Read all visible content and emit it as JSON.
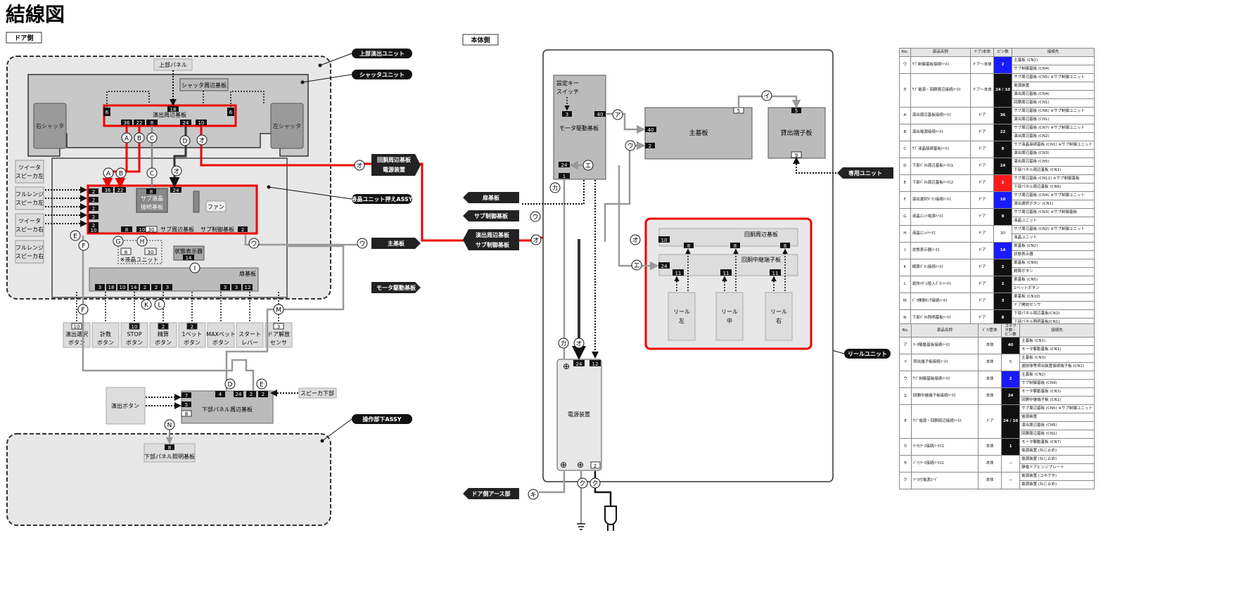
{
  "title": "結線図",
  "sections": {
    "door_side": "ドア側",
    "body_side": "本体側"
  },
  "left": {
    "top_panel": "上部パネル",
    "shutter_board": "シャッタ周辺基板",
    "right_shutter": "右シャッタ",
    "left_shutter": "左シャッタ",
    "effect_board": "演出周辺基板",
    "sub_lcd_1": "サブ液晶",
    "sub_lcd_2": "接続基板",
    "fan": "ファン",
    "sub_periph": "サブ周辺基板",
    "sub_ctrl": "サブ制御基板",
    "lcd_unit": "※液晶ユニット",
    "status_display": "状態表示器",
    "door_board": "扉基板",
    "tweeter_l": [
      "ツイータ",
      "スピーカ左"
    ],
    "fullrange_l": [
      "フルレンジ",
      "スピーカ左"
    ],
    "tweeter_r": [
      "ツイータ",
      "スピーカ右"
    ],
    "fullrange_r": [
      "フルレンジ",
      "スピーカ右"
    ],
    "buttons": [
      {
        "pin": "10",
        "label": [
          "演出選択",
          "ボタン"
        ]
      },
      {
        "pin": "",
        "label": [
          "計数",
          "ボタン"
        ]
      },
      {
        "pin": "10",
        "label": [
          "STOP",
          "ボタン"
        ]
      },
      {
        "pin": "2",
        "label": [
          "精算",
          "ボタン"
        ]
      },
      {
        "pin": "2",
        "label": [
          "1ベット",
          "ボタン"
        ]
      },
      {
        "pin": "",
        "label": [
          "MAXベット",
          "ボタン"
        ]
      },
      {
        "pin": "",
        "label": [
          "スタート",
          "レバー"
        ]
      },
      {
        "pin": "3",
        "label": [
          "ドア解放",
          "センサ"
        ]
      }
    ],
    "effect_button": "演出ボタン",
    "lower_panel_board": "下部パネル周辺基板",
    "speaker_lower": "スピーカ下部",
    "lower_light_board": "下部パネル照明基板"
  },
  "callouts": {
    "upper_effect_unit": "上部演出ユニット",
    "shutter_unit": "シャッタユニット",
    "lcd_assy": "液晶ユニット押えASSY",
    "main_board": "主基板",
    "motor_board": "モータ駆動基板",
    "lower_assy": "操作部下ASSY",
    "reel_unit": "リールユニット",
    "dedicated_unit": "専用ユニット",
    "door_earth": "ドア側アース部",
    "reel_periph_line1": "回胴周辺基板",
    "reel_periph_line2": "電源装置",
    "door_board_arrow": "扉基板",
    "sub_ctrl_arrow": "サブ制御基板",
    "effect_sub_line1": "演出周辺基板",
    "effect_sub_line2": "サブ制御基板"
  },
  "right": {
    "setting_key": [
      "設定キー",
      "スイッチ"
    ],
    "motor_drive": "モータ駆動基板",
    "main_board": "主基板",
    "payout_terminal": "貸出端子板",
    "reel_periph": "回胴周辺基板",
    "reel_relay": "回胴中継端子板",
    "reels": [
      [
        "リール",
        "左"
      ],
      [
        "リール",
        "中"
      ],
      [
        "リール",
        "右"
      ]
    ],
    "power_supply": "電源装置"
  },
  "pins": {
    "ep_18": "18",
    "ep_36": "36",
    "ep_22": "22",
    "ep_8": "8",
    "ep_24": "24",
    "ep_10": "10",
    "ep_6": "6",
    "sh_18": "18",
    "lcd_36": "36",
    "lcd_22": "22",
    "lcd_8": "8",
    "lcd_24": "24",
    "lcd_2": "2",
    "lcd_10": "10",
    "lcd_30": "30",
    "unit_8": "8",
    "unit_30": "30",
    "status_14": "14",
    "door_pins": [
      "3",
      "18",
      "10",
      "14",
      "2",
      "2",
      "3"
    ],
    "door_pins_r": [
      "3",
      "3",
      "12"
    ],
    "lp_7": "7",
    "lp_5": "5",
    "lp_8": "8",
    "lp_pins": [
      "4",
      "24",
      "2",
      "2"
    ],
    "light_8": "8",
    "md_3": "3",
    "md_40": "40",
    "md_24": "24",
    "md_1": "1",
    "mb_40": "40",
    "mb_2": "2",
    "mb_5": "5",
    "pt_5": "5",
    "pt_9": "9",
    "rp_10": "10",
    "rp_8": "8",
    "rr_24": "24",
    "rr_11": "11",
    "ps_24": "24",
    "ps_12": "12",
    "ps_2": "2"
  },
  "letters": [
    "ア",
    "イ",
    "ウ",
    "エ",
    "オ",
    "カ",
    "キ",
    "ク",
    "A",
    "B",
    "C",
    "D",
    "E",
    "F",
    "G",
    "H",
    "I",
    "K",
    "L",
    "M",
    "N"
  ],
  "table1": {
    "headers": [
      "No.",
      "部品名称",
      "ドア/本体",
      "ピン数",
      "接続先"
    ],
    "rows": [
      {
        "no": "ウ",
        "name": "ｻﾌﾞ制御基板接続ﾊｰﾈｽ",
        "side": "ドア〜本体",
        "pin": "2",
        "pc": "blue",
        "dest": [
          "主基板 (CN2)",
          "サブ制御基板 (CN4)"
        ]
      },
      {
        "no": "オ",
        "name": "ｻﾌﾞ電源・回胴周辺接続ﾊｰﾈｽ",
        "side": "ドア〜本体",
        "pin": "24 / 10",
        "pc": "black",
        "dest": [
          "サブ周辺基板 (CN5) ※サブ制御ユニット",
          "電源装置",
          "演出周辺基板 (CN4)",
          "回胴周辺基板 (CN1)"
        ]
      },
      {
        "no": "A",
        "name": "演出周辺基板接続ﾊｰﾈｽ",
        "side": "ドア",
        "pin": "36",
        "pc": "black",
        "dest": [
          "サブ周辺基板 (CN6) ※サブ制御ユニット",
          "演出周辺基板 (CN1)"
        ]
      },
      {
        "no": "B",
        "name": "演出電源接続ﾊｰﾈｽ",
        "side": "ドア",
        "pin": "22",
        "pc": "black",
        "dest": [
          "サブ周辺基板 (CN7) ※サブ制御ユニット",
          "演出周辺基板 (CN2)"
        ]
      },
      {
        "no": "C",
        "name": "ｻﾌﾞ液晶接続基板ﾊｰﾈｽ",
        "side": "ドア",
        "pin": "8",
        "pc": "black",
        "dest": [
          "サブ液晶接続基板 (CN1) ※サブ制御ユニット",
          "演出周辺基板 (CN3)"
        ]
      },
      {
        "no": "D",
        "name": "下部ﾊﾟﾈﾙ周辺基板ﾊｰﾈｽ1",
        "side": "ドア",
        "pin": "24",
        "pc": "black",
        "dest": [
          "演出周辺基板 (CN5)",
          "下部パネル周辺基板 (CN1)"
        ]
      },
      {
        "no": "E",
        "name": "下部ﾊﾟﾈﾙ周辺基板ﾊｰﾈｽ2",
        "side": "ドア",
        "pin": "2",
        "pc": "red",
        "dest": [
          "サブ周辺基板 (CN12) ※サブ制御基板",
          "下部パネル周辺基板 (CN6)"
        ]
      },
      {
        "no": "F",
        "name": "演出選択ﾎﾞﾀﾝ接続ﾊｰﾈｽ",
        "side": "ドア",
        "pin": "10",
        "pc": "blue",
        "dest": [
          "サブ周辺基板 (CN4) ※サブ制御ユニット",
          "演出選択ボタン (CN1)"
        ]
      },
      {
        "no": "G",
        "name": "液晶ﾕﾆｯﾄ電源ﾊｰﾈｽ",
        "side": "ドア",
        "pin": "8",
        "pc": "black",
        "dest": [
          "サブ周辺基板 (CN3) ※サブ制御基板",
          "液晶ユニット"
        ]
      },
      {
        "no": "H",
        "name": "液晶ﾕﾆｯﾄﾊｰﾈｽ",
        "side": "ドア",
        "pin": "30",
        "pc": "white",
        "dest": [
          "サブ周辺基板 (CN2) ※サブ制御ユニット",
          "液晶ユニット"
        ]
      },
      {
        "no": "I",
        "name": "状態表示器ﾊｰﾈｽ",
        "side": "ドア",
        "pin": "14",
        "pc": "blue",
        "dest": [
          "扉基板 (CN2)",
          "状態表示器"
        ]
      },
      {
        "no": "K",
        "name": "精算ﾎﾞﾀﾝ接続ﾊｰﾈｽ",
        "side": "ドア",
        "pin": "2",
        "pc": "black",
        "dest": [
          "扉基板 (CN9)",
          "精算ボタン"
        ]
      },
      {
        "no": "L",
        "name": "遊技ﾒﾀﾞﾙ投入ﾎﾞﾀﾝﾊｰﾈｽ",
        "side": "ドア",
        "pin": "2",
        "pc": "black",
        "dest": [
          "扉基板 (CN5)",
          "1ベットボタン"
        ]
      },
      {
        "no": "M",
        "name": "ﾄﾞｱ開閉ｾﾝｻ接続ﾊｰﾈｽ",
        "side": "ドア",
        "pin": "3",
        "pc": "black",
        "dest": [
          "扉基板 (CN10)",
          "ドア開放センサ"
        ]
      },
      {
        "no": "N",
        "name": "下部ﾊﾟﾈﾙ照明基板ﾊｰﾈｽ",
        "side": "ドア",
        "pin": "8",
        "pc": "black",
        "dest": [
          "下部パネル周辺基板(CN2)",
          "下部パネル照明基板(CN1)"
        ]
      }
    ]
  },
  "table2": {
    "headers": [
      "No.",
      "部品名称",
      "ﾄﾞｱ/筐体",
      "コネクタ数・ピン数",
      "接続先"
    ],
    "rows": [
      {
        "no": "ア",
        "name": "ﾓｰﾀ駆動基板接続ﾊｰﾈｽ",
        "side": "本体",
        "pin": "40",
        "pc": "black",
        "dest": [
          "主基板 (CN1)",
          "モータ駆動基板 (CN1)"
        ]
      },
      {
        "no": "イ",
        "name": "貸出端子板接続ﾊｰﾈｽ",
        "side": "本体",
        "pin": "5",
        "pc": "white",
        "dest": [
          "主基板 (CN3)",
          "遊技球等貸出装置接続端子板 (CN2)"
        ]
      },
      {
        "no": "ウ",
        "name": "ｻﾌﾞ制御基板接続ﾊｰﾈｽ",
        "side": "本体",
        "pin": "2",
        "pc": "blue",
        "dest": [
          "主基板 (CN2)",
          "サブ制御基板 (CN4)"
        ]
      },
      {
        "no": "エ",
        "name": "回胴中継端子板接続ﾊｰﾈｽ",
        "side": "本体",
        "pin": "24",
        "pc": "black",
        "dest": [
          "モータ駆動基板 (CN3)",
          "回胴中継端子板 (CN1)"
        ]
      },
      {
        "no": "オ",
        "name": "ｻﾌﾞ電源・回胴周辺接続ﾊｰﾈｽ",
        "side": "ドア",
        "pin": "24 / 10",
        "pc": "black",
        "dest": [
          "サブ周辺基板 (CN5) ※サブ制御ユニット",
          "電源装置",
          "演出周辺基板 (CN5)",
          "回胴周辺基板 (CN1)"
        ]
      },
      {
        "no": "カ",
        "name": "ﾓｰﾀ/ｱｰｽ接続ﾊｰﾈｽ1",
        "side": "本体",
        "pin": "1",
        "pc": "black",
        "dest": [
          "モータ駆動基板 (CN7)",
          "電源装置 (ねじ止め)"
        ]
      },
      {
        "no": "キ",
        "name": "ﾄﾞｱ/ｱｰｽ接続ﾊｰﾈｽ2",
        "side": "本体",
        "pin": "—",
        "pc": "white",
        "dest": [
          "電源装置 (ねじ止め)",
          "静電ドアヒンジプレート"
        ]
      },
      {
        "no": "ク",
        "name": "ｱｰｽ付電源ｺｰﾄﾞ",
        "side": "本体",
        "pin": "—",
        "pc": "white",
        "dest": [
          "電源装置 (コネクタ)",
          "電源装置 (ねじ止め)"
        ]
      }
    ]
  }
}
